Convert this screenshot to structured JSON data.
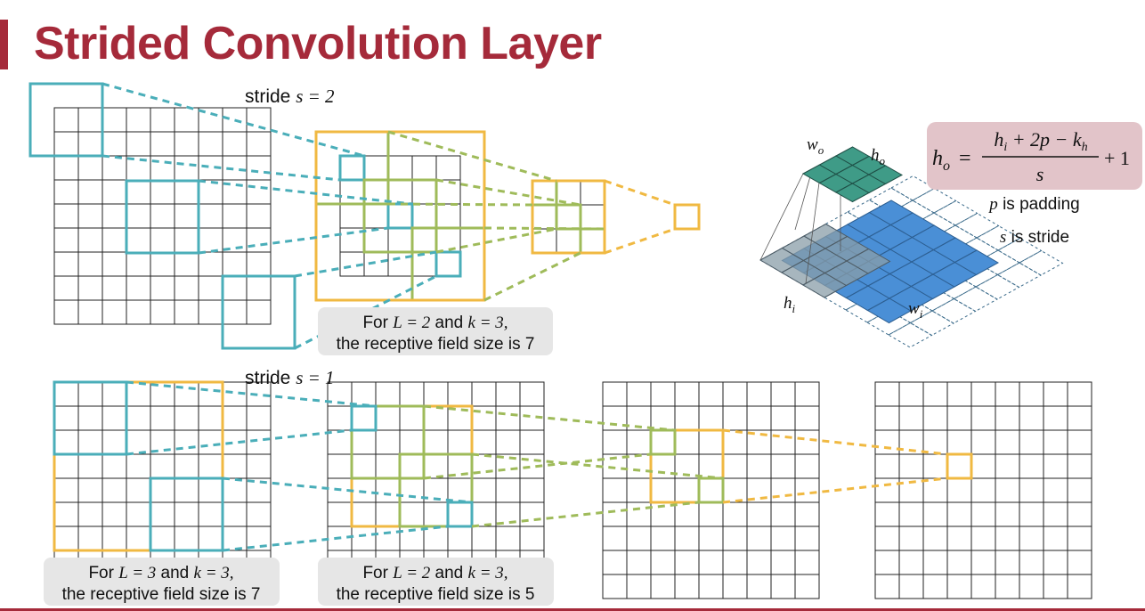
{
  "slide": {
    "title": "Strided Convolution Layer"
  },
  "strided": {
    "stride_prefix": "stride ",
    "stride_expr": "s = 2",
    "caption_line1_pre": "For ",
    "caption_line1_math1": "L = 2",
    "caption_line1_mid": " and ",
    "caption_line1_math2": "k = 3,",
    "caption_line2": "the receptive field size is 7"
  },
  "unit_stride": {
    "stride_prefix": "stride ",
    "stride_expr": "s = 1",
    "caption_a_line1_pre": "For ",
    "caption_a_line1_math1": "L = 3",
    "caption_a_line1_mid": " and ",
    "caption_a_line1_math2": "k = 3,",
    "caption_a_line2": "the receptive field size is 7",
    "caption_b_line1_pre": "For ",
    "caption_b_line1_math1": "L = 2",
    "caption_b_line1_mid": " and ",
    "caption_b_line1_math2": "k = 3,",
    "caption_b_line2": "the receptive field size is 5"
  },
  "conv_figure": {
    "label_wo": "w",
    "label_wo_sub": "o",
    "label_ho": "h",
    "label_ho_sub": "o",
    "label_hi": "h",
    "label_hi_sub": "i",
    "label_wi": "w",
    "label_wi_sub": "i"
  },
  "formula": {
    "lhs": "h",
    "lhs_sub": "o",
    "equals": "=",
    "numerator": "h",
    "numerator_sub": "i",
    "numerator_rest": " + 2p − k",
    "numerator_rest_sub": "h",
    "denominator": "s",
    "plus_one": "+ 1",
    "note_padding_var": "p",
    "note_padding_text": " is padding",
    "note_stride_var": "s",
    "note_stride_text": " is stride"
  },
  "colors": {
    "brand": "#a52a3a",
    "teal": "#4aaeb9",
    "green": "#9fbb5a",
    "orange": "#f0b942",
    "caption_bg": "#e6e6e6",
    "formula_bg": "#e2c4c9",
    "blue_fill": "#4a8fd6",
    "output_fill": "#3f9b87"
  }
}
